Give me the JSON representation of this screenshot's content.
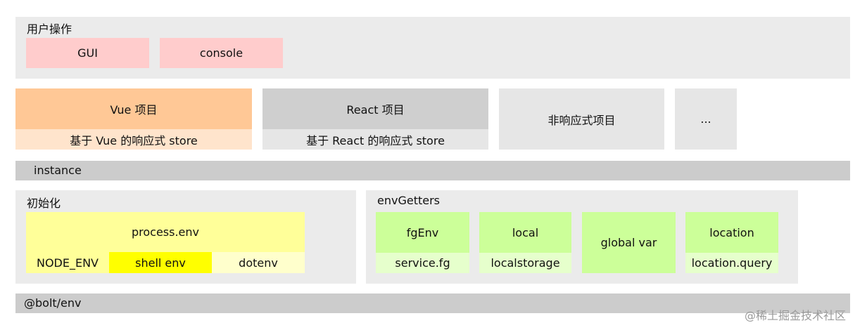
{
  "colors": {
    "panel": "#ebebeb",
    "pink": "#ffcccc",
    "vue_orange": "#ffc896",
    "vue_light": "#ffe4cc",
    "react_gray": "#cfcfcf",
    "react_light": "#e6e6e6",
    "bar": "#cccccc",
    "yellow": "#ffff99",
    "yellow_strong": "#ffff00",
    "yellow_light": "#ffffcc",
    "green": "#ccff99",
    "green_light": "#e6ffcc"
  },
  "user_ops": {
    "title": "用户操作",
    "gui": "GUI",
    "console": "console"
  },
  "frameworks": {
    "vue": {
      "title": "Vue 项目",
      "store": "基于 Vue 的响应式 store"
    },
    "react": {
      "title": "React 项目",
      "store": "基于 React 的响应式 store"
    },
    "non_reactive": "非响应式项目",
    "more": "..."
  },
  "instance_label": "instance",
  "init": {
    "title": "初始化",
    "process_env": "process.env",
    "node_env": "NODE_ENV",
    "shell_env": "shell env",
    "dotenv": "dotenv"
  },
  "env_getters": {
    "title": "envGetters",
    "fg_env": {
      "title": "fgEnv",
      "sub": "service.fg"
    },
    "local": {
      "title": "local",
      "sub": "localstorage"
    },
    "global_var": "global var",
    "location": {
      "title": "location",
      "sub": "location.query"
    }
  },
  "bolt_env_label": "@bolt/env",
  "watermark": "@稀土掘金技术社区"
}
